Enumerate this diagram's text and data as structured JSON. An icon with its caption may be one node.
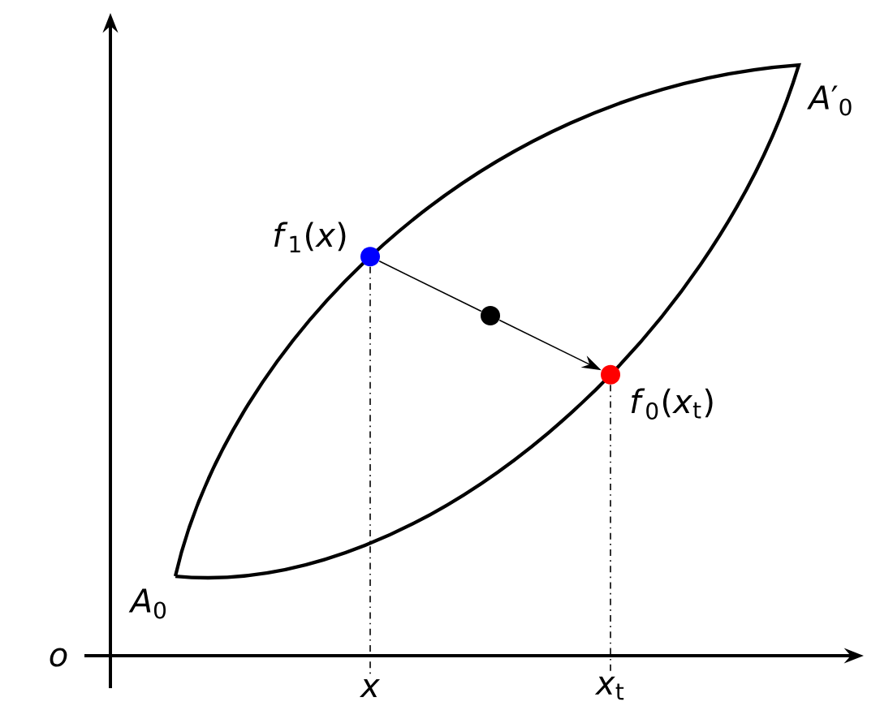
{
  "diagram": {
    "nodes": [
      {
        "text": [],
        "shape": "circle",
        "beside": [
          "*f*$_{1}$(*x*)"
        ]
      },
      {
        "text": [],
        "shape": "circle"
      },
      {
        "text": [],
        "shape": "circle",
        "beside": [
          "*f*$_{0}$(*x*$_{t}$)"
        ]
      },
      {
        "text": [
          "*x*"
        ]
      },
      {
        "text": [
          "*x*$_{t}$"
        ]
      }
    ],
    "edges": [
      {
        "from": 0,
        "to": 1,
        "arrow": "none"
      },
      {
        "from": 1,
        "to": 2,
        "arrow": "to"
      },
      {
        "from": 0,
        "to": 3,
        "arrow": "none",
        "style": "dashed"
      },
      {
        "from": 2,
        "to": 4,
        "arrow": "none",
        "style": "dashed"
      }
    ],
    "labels": [
      "*A*$_{0}$",
      "*A*′$_{0}$",
      "*o*"
    ]
  }
}
